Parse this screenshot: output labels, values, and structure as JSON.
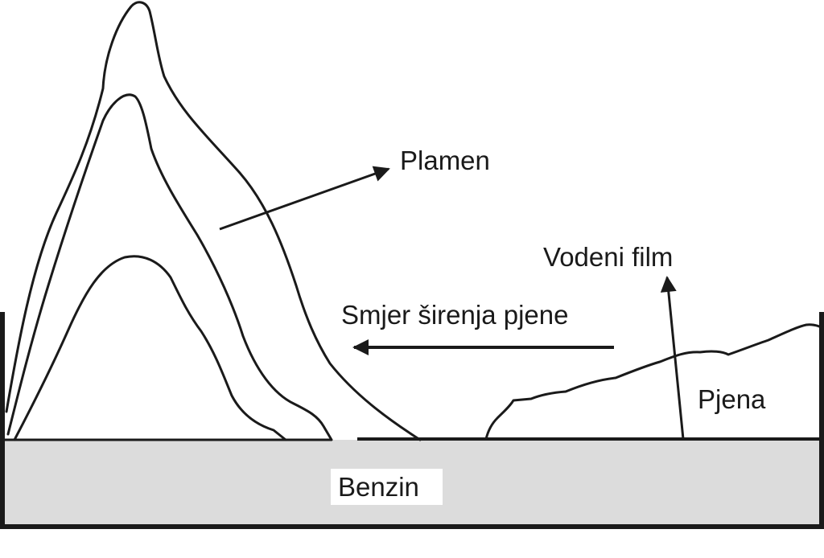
{
  "labels": {
    "flame": "Plamen",
    "water_film": "Vodeni film",
    "foam_direction": "Smjer širenja pjene",
    "foam": "Pjena",
    "fuel": "Benzin"
  },
  "colors": {
    "line": "#1a1a1a",
    "fuel_fill": "#dcdcdc",
    "background": "#ffffff"
  }
}
